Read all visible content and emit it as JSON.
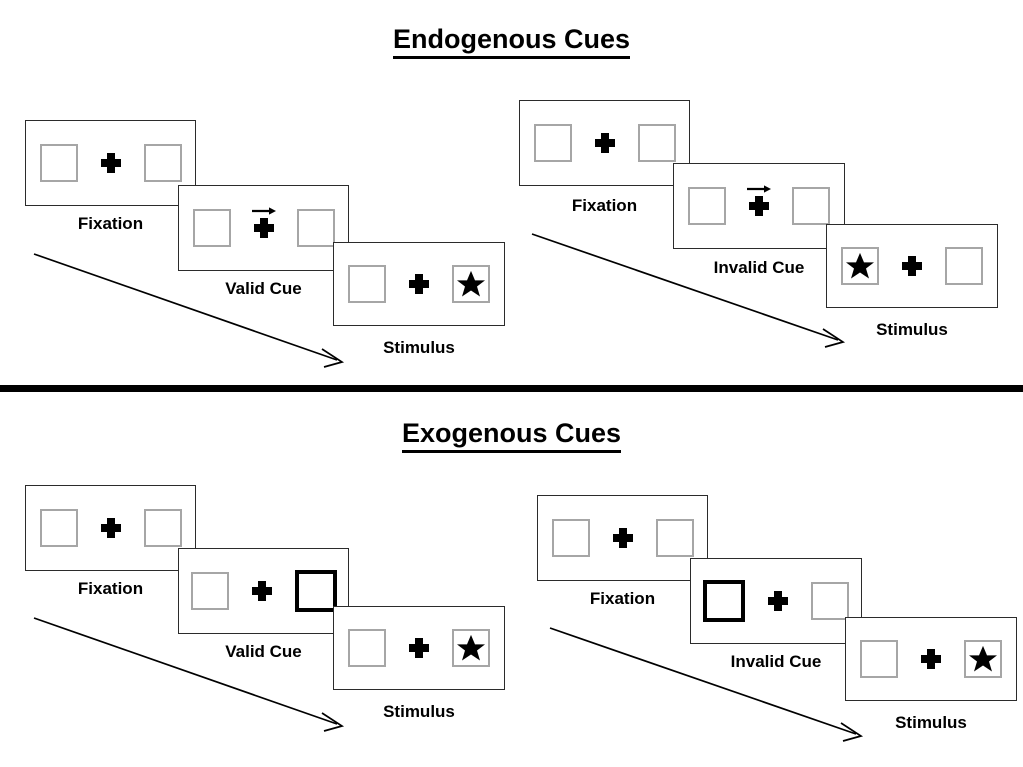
{
  "sections": [
    {
      "id": "endogenous",
      "title": "Endogenous Cues",
      "sequences": [
        {
          "id": "endogenous-valid",
          "panels": [
            {
              "stage": "Fixation",
              "left_content": "empty",
              "right_content": "empty",
              "cue": "none",
              "cued_side": "none"
            },
            {
              "stage": "Valid Cue",
              "left_content": "empty",
              "right_content": "empty",
              "cue": "arrow-right",
              "cued_side": "right"
            },
            {
              "stage": "Stimulus",
              "left_content": "empty",
              "right_content": "star",
              "cue": "none",
              "cued_side": "none"
            }
          ]
        },
        {
          "id": "endogenous-invalid",
          "panels": [
            {
              "stage": "Fixation",
              "left_content": "empty",
              "right_content": "empty",
              "cue": "none",
              "cued_side": "none"
            },
            {
              "stage": "Invalid Cue",
              "left_content": "empty",
              "right_content": "empty",
              "cue": "arrow-right",
              "cued_side": "right"
            },
            {
              "stage": "Stimulus",
              "left_content": "star",
              "right_content": "empty",
              "cue": "none",
              "cued_side": "none"
            }
          ]
        }
      ]
    },
    {
      "id": "exogenous",
      "title": "Exogenous Cues",
      "sequences": [
        {
          "id": "exogenous-valid",
          "panels": [
            {
              "stage": "Fixation",
              "left_content": "empty",
              "right_content": "empty",
              "cue": "none",
              "cued_side": "none"
            },
            {
              "stage": "Valid Cue",
              "left_content": "empty",
              "right_content": "empty",
              "cue": "box-highlight",
              "cued_side": "right"
            },
            {
              "stage": "Stimulus",
              "left_content": "empty",
              "right_content": "star",
              "cue": "none",
              "cued_side": "none"
            }
          ]
        },
        {
          "id": "exogenous-invalid",
          "panels": [
            {
              "stage": "Fixation",
              "left_content": "empty",
              "right_content": "empty",
              "cue": "none",
              "cued_side": "none"
            },
            {
              "stage": "Invalid Cue",
              "left_content": "empty",
              "right_content": "empty",
              "cue": "box-highlight",
              "cued_side": "left"
            },
            {
              "stage": "Stimulus",
              "left_content": "empty",
              "right_content": "star",
              "cue": "none",
              "cued_side": "none"
            }
          ]
        }
      ]
    }
  ],
  "labels": {
    "endogenous_title": "Endogenous Cues",
    "exogenous_title": "Exogenous Cues",
    "fixation": "Fixation",
    "valid_cue": "Valid Cue",
    "invalid_cue": "Invalid Cue",
    "stimulus": "Stimulus"
  },
  "colors": {
    "frame_border": "#2b2b2b",
    "box_border": "#a6a6a6",
    "cued_box_border": "#000000",
    "ink": "#000000",
    "background": "#ffffff"
  }
}
